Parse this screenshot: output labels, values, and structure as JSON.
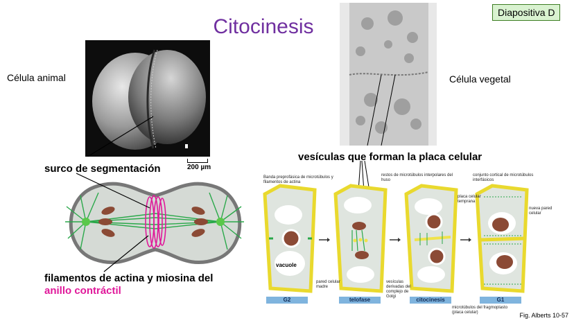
{
  "slide": {
    "title": "Citocinesis",
    "badge": "Diapositiva D",
    "left_label": "Célula animal",
    "right_label": "Célula vegetal",
    "scale_bar": "200 µm",
    "furrow_label": "surco de segmentación",
    "filaments_label": "filamentos de actina y miosina del",
    "ring_label": "anillo contráctil",
    "vesicles_label": "vesículas que forman la placa celular",
    "figure_ref": "Fig. Alberts 10-57"
  },
  "plant_diagram": {
    "annotations": {
      "preprophase": "Banda preprofásica de microtúbulos y filamentos de actina",
      "spindle_rest": "restos de microtúbulos interpolares del huso",
      "early_plate": "placa celular temprana",
      "cortical": "conjunto cortical de microtúbulos interfásicos",
      "new_wall": "nueva pared celular",
      "vacuole": "vacuole",
      "mother_wall": "pared celular madre",
      "golgi_vesicles": "vesículas derivadas del complejo de Golgi",
      "phragmoplast": "microtúbulos del fragmoplasto (placa celular)"
    },
    "stages": [
      "G2",
      "telofase",
      "citocinesis",
      "G1"
    ]
  },
  "colors": {
    "title": "#7030a0",
    "ring": "#e0189a",
    "cell_wall": "#f0e34a",
    "nucleus": "#8b4a35",
    "microtubule": "#2aa84a",
    "stage_bar": "#7fb4de"
  }
}
